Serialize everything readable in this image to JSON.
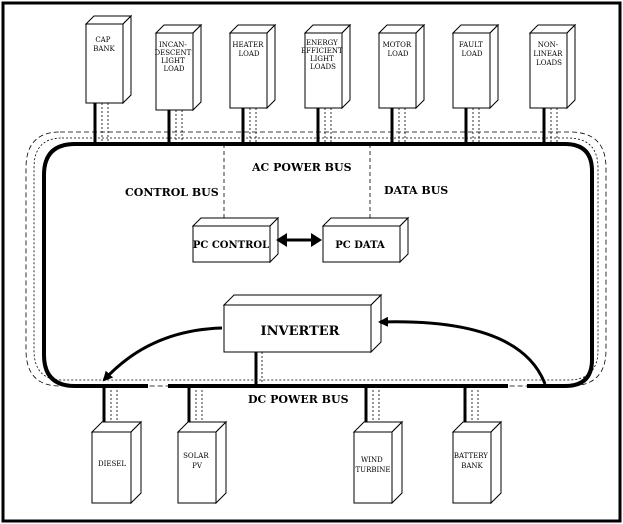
{
  "diagram": {
    "ac_loads": [
      {
        "id": "cap-bank",
        "label": [
          "CAP",
          "BANK"
        ]
      },
      {
        "id": "incandescent-light-load",
        "label": [
          "INCAN-",
          "DESCENT",
          "LIGHT",
          "LOAD"
        ]
      },
      {
        "id": "heater-load",
        "label": [
          "HEATER",
          "LOAD"
        ]
      },
      {
        "id": "energy-efficient-light-loads",
        "label": [
          "ENERGY",
          "EFFICIENT",
          "LIGHT",
          "LOADS"
        ]
      },
      {
        "id": "motor-load",
        "label": [
          "MOTOR",
          "LOAD"
        ]
      },
      {
        "id": "fault-load",
        "label": [
          "FAULT",
          "LOAD"
        ]
      },
      {
        "id": "non-linear-loads",
        "label": [
          "NON-",
          "LINEAR",
          "LOADS"
        ]
      }
    ],
    "dc_sources": [
      {
        "id": "diesel",
        "label": [
          "DIESEL"
        ]
      },
      {
        "id": "solar-pv",
        "label": [
          "SOLAR",
          "PV"
        ]
      },
      {
        "id": "wind-turbine",
        "label": [
          "WIND",
          "TURBINE"
        ]
      },
      {
        "id": "battery-bank",
        "label": [
          "BATTERY",
          "BANK"
        ]
      }
    ],
    "labels": {
      "ac_bus": "AC POWER BUS",
      "control_bus": "CONTROL BUS",
      "data_bus": "DATA BUS",
      "dc_bus": "DC POWER BUS",
      "pc_control": "PC CONTROL",
      "pc_data": "PC DATA",
      "inverter": "INVERTER"
    }
  }
}
